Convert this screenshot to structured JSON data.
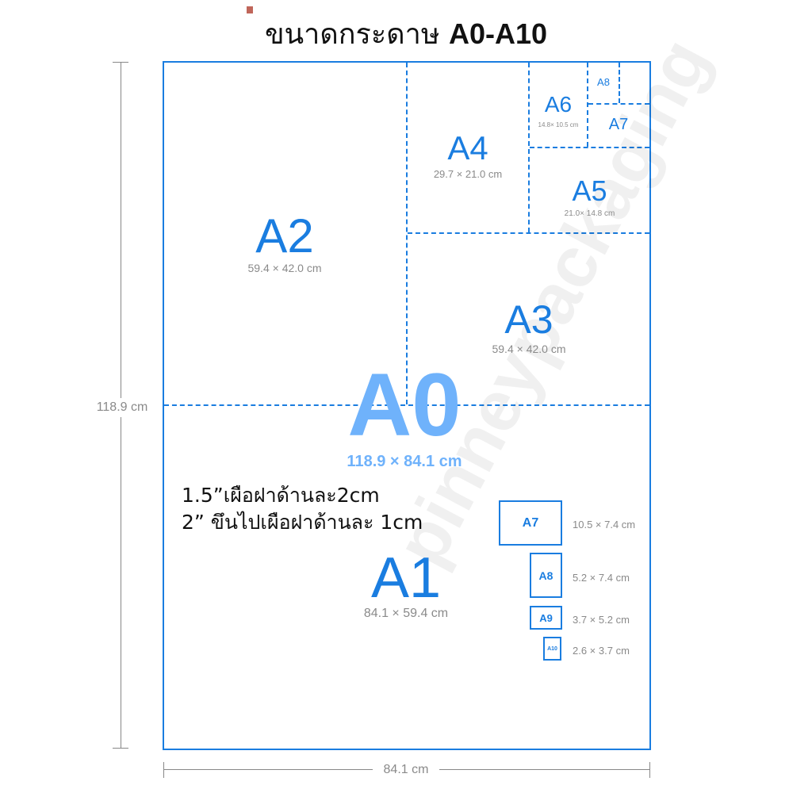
{
  "title": {
    "thai": "ขนาดกระดาษ",
    "code": "A0-A10"
  },
  "colors": {
    "accent": "#1a7de0",
    "a0": "#6fb2fb",
    "dim": "#8a8a8a"
  },
  "watermark": "pinneypackaging",
  "dimensions": {
    "height": "118.9 cm",
    "width": "84.1 cm"
  },
  "sizes": {
    "a0": {
      "label": "A0",
      "dim": "118.9 × 84.1 cm"
    },
    "a1": {
      "label": "A1",
      "dim": "84.1 × 59.4 cm"
    },
    "a2": {
      "label": "A2",
      "dim": "59.4 × 42.0 cm"
    },
    "a3": {
      "label": "A3",
      "dim": "59.4 × 42.0 cm"
    },
    "a4": {
      "label": "A4",
      "dim": "29.7 × 21.0 cm"
    },
    "a5": {
      "label": "A5",
      "dim": "21.0× 14.8 cm"
    },
    "a6": {
      "label": "A6",
      "dim": "14.8× 10.5 cm"
    },
    "a7": {
      "label": "A7"
    },
    "a8": {
      "label": "A8"
    }
  },
  "legend": [
    {
      "label": "A7",
      "dim": "10.5 × 7.4 cm"
    },
    {
      "label": "A8",
      "dim": "5.2 × 7.4 cm"
    },
    {
      "label": "A9",
      "dim": "3.7 × 5.2 cm"
    },
    {
      "label": "A10",
      "dim": "2.6 × 3.7 cm"
    }
  ],
  "notes": [
    "1.5”เผือฝาด้านละ2cm",
    "2” ขึนไปเผือฝาด้านละ 1cm"
  ]
}
